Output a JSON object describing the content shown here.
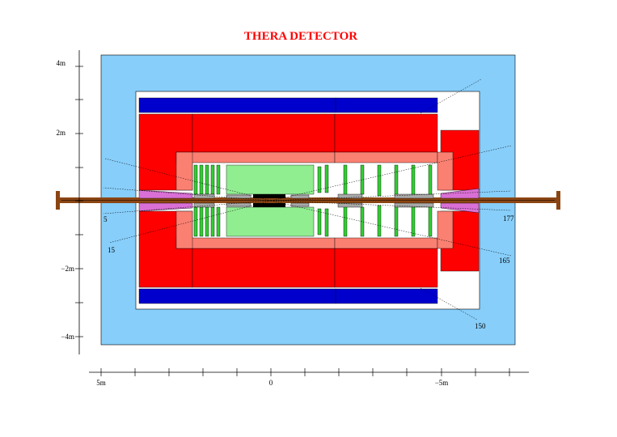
{
  "title": "THERA DETECTOR",
  "colors": {
    "title": "#ff0000",
    "yoke": "#87cefa",
    "coil": "#0000cd",
    "calorimeter": "#ff0000",
    "inner_calorimeter": "#fa8072",
    "central_tracker": "#90ee90",
    "forward_planes": "#32cd32",
    "beam_pipe": "#8b4513",
    "plug": "#da70d6",
    "vertex": "#000000"
  },
  "y_axis": {
    "tick_labels": [
      "4m",
      "2m",
      "−2m",
      "−4m"
    ]
  },
  "x_axis": {
    "tick_labels": [
      "5m",
      "0",
      "−5m"
    ]
  },
  "angle_labels": [
    "5",
    "15",
    "150",
    "165",
    "177"
  ]
}
